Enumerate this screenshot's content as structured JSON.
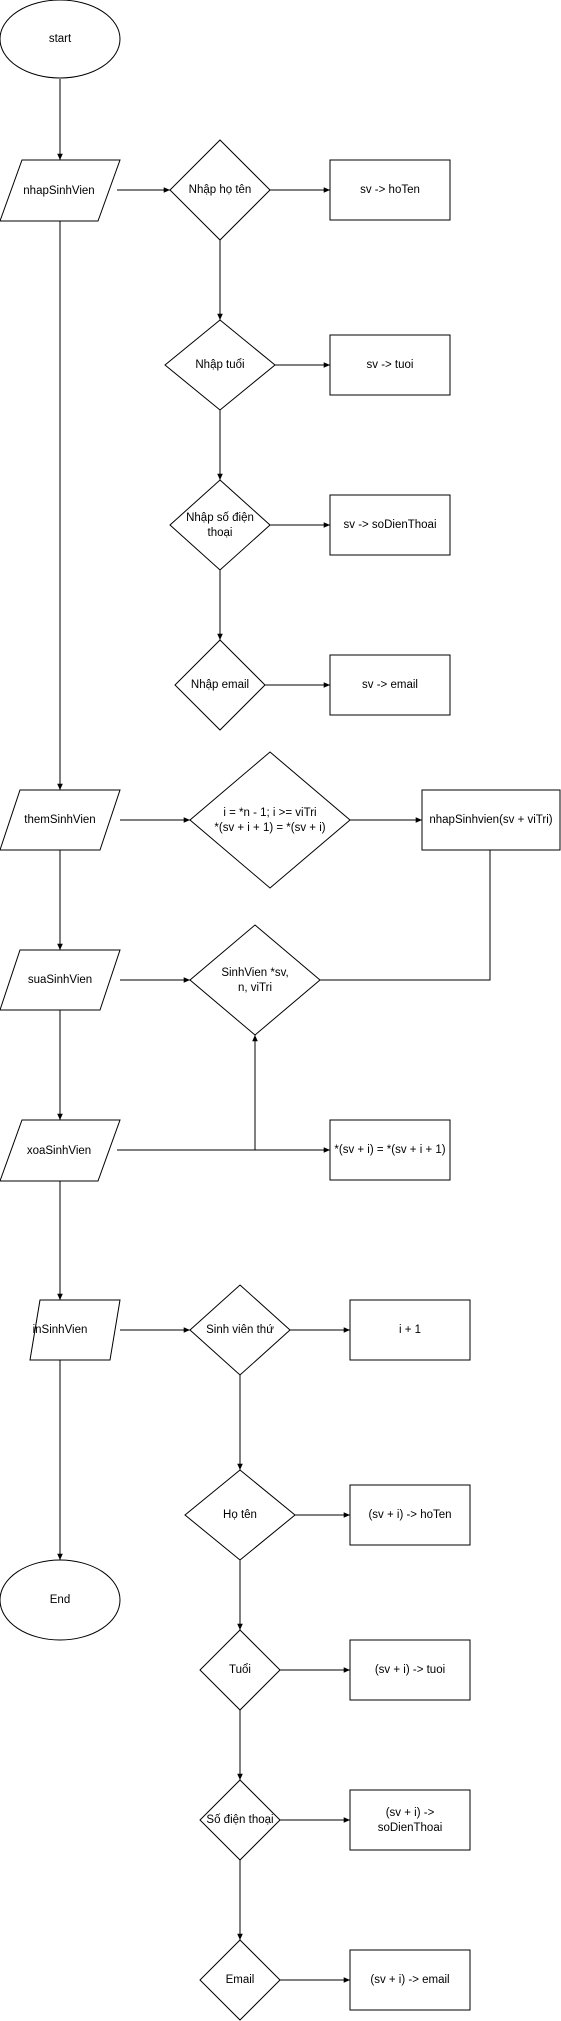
{
  "nodes": {
    "start": "start",
    "end": "End",
    "nhap_sinh_vien": "nhapSinhVien",
    "nhap_ho_ten": "Nhập họ tên",
    "sv_hoten": "sv -> hoTen",
    "nhap_tuoi": "Nhập tuổi",
    "sv_tuoi": "sv -> tuoi",
    "nhap_sdt_1": "Nhập số điện",
    "nhap_sdt_2": "thoại",
    "sv_sdt": "sv -> soDienThoai",
    "nhap_email": "Nhập email",
    "sv_email": "sv -> email",
    "them_sinh_vien": "themSinhVien",
    "them_cond_1": "i = *n - 1; i >= viTri",
    "them_cond_2": "*(sv + i  + 1) = *(sv + i)",
    "nhap_sinhvien_call": "nhapSinhvien(sv + viTri)",
    "sua_sinh_vien": "suaSinhVien",
    "sua_params_1": "SinhVien *sv,",
    "sua_params_2": "n, viTri",
    "xoa_sinh_vien": "xoaSinhVien",
    "xoa_shift": "*(sv + i) = *(sv + i + 1)",
    "in_sinh_vien": "inSinhVien",
    "sinh_vien_thu": "Sinh viên thứ",
    "i_plus_1": "i + 1",
    "ho_ten": "Họ tên",
    "in_hoten": "(sv + i) -> hoTen",
    "tuoi": "Tuổi",
    "in_tuoi": "(sv + i) -> tuoi",
    "so_dien_thoai": "Số điện thoại",
    "in_sdt_1": "(sv + i) ->",
    "in_sdt_2": "soDienThoai",
    "email": "Email",
    "in_email": "(sv + i) -> email"
  }
}
